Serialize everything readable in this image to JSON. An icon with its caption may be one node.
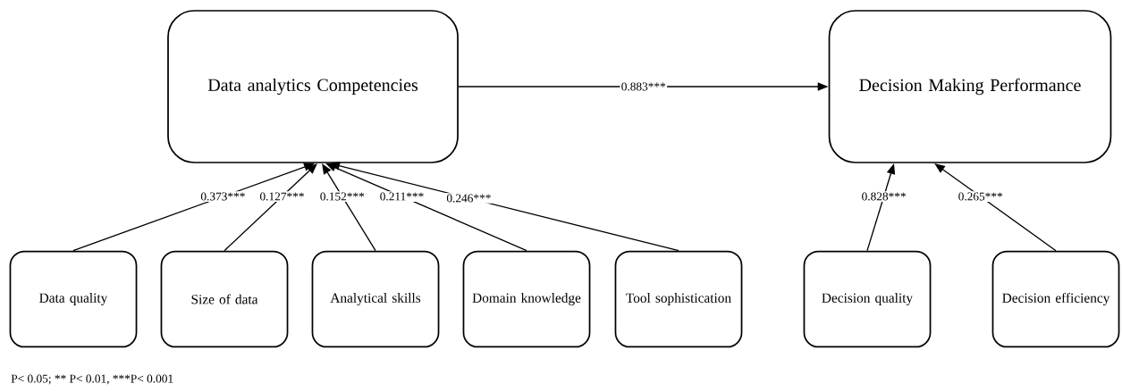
{
  "diagram": {
    "nodes": [
      {
        "text": [
          "Data analytics Competencies"
        ]
      },
      {
        "text": [
          "Decision Making Performance"
        ]
      },
      {
        "text": [
          "Data quality"
        ]
      },
      {
        "text": [
          "Size of data"
        ]
      },
      {
        "text": [
          "Analytical skills"
        ]
      },
      {
        "text": [
          "Domain knowledge"
        ]
      },
      {
        "text": [
          "Tool sophistication"
        ]
      },
      {
        "text": [
          "Decision quality"
        ]
      },
      {
        "text": [
          "Decision efficiency"
        ]
      }
    ],
    "edges": [
      {
        "from": 0,
        "to": 1,
        "arrow": "to",
        "label": "0.883***"
      },
      {
        "from": 2,
        "to": 0,
        "arrow": "to",
        "label": "0.373***"
      },
      {
        "from": 3,
        "to": 0,
        "arrow": "to",
        "label": "0.127***"
      },
      {
        "from": 4,
        "to": 0,
        "arrow": "to",
        "label": "0.152***"
      },
      {
        "from": 5,
        "to": 0,
        "arrow": "to",
        "label": "0.211***"
      },
      {
        "from": 6,
        "to": 0,
        "arrow": "to",
        "label": "0.246***"
      },
      {
        "from": 7,
        "to": 1,
        "arrow": "to",
        "label": "0.828***"
      },
      {
        "from": 8,
        "to": 1,
        "arrow": "to",
        "label": "0.265***"
      }
    ],
    "labels": [
      "P< 0.05; ** P< 0.01, ***P< 0.001"
    ]
  }
}
